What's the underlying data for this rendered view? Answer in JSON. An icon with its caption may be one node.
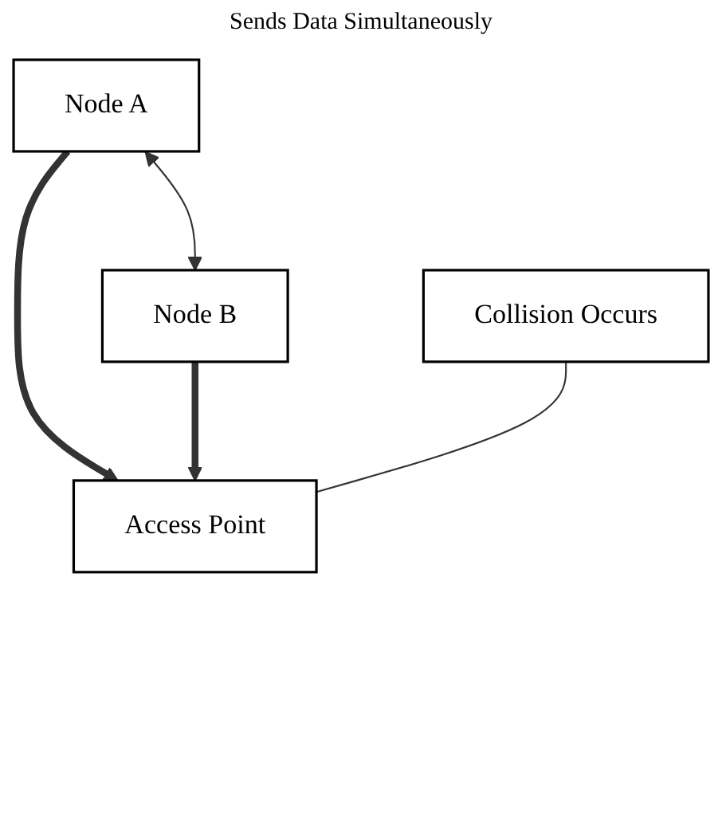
{
  "diagram": {
    "nodes": [
      {
        "text": [
          "Node A"
        ]
      },
      {
        "text": [
          "Node B"
        ]
      },
      {
        "text": [
          "Access Point"
        ]
      },
      {
        "text": [
          "Collision Occurs"
        ]
      }
    ],
    "edges": [
      {
        "from": 0,
        "to": 1,
        "arrow": "both"
      },
      {
        "from": 0,
        "to": 2,
        "arrow": "to",
        "style": "thick"
      },
      {
        "from": 1,
        "to": 2,
        "arrow": "to",
        "style": "thick"
      },
      {
        "from": 3,
        "to": 2,
        "arrow": "none"
      }
    ],
    "labels": [
      "Sends Data Simultaneously"
    ]
  }
}
